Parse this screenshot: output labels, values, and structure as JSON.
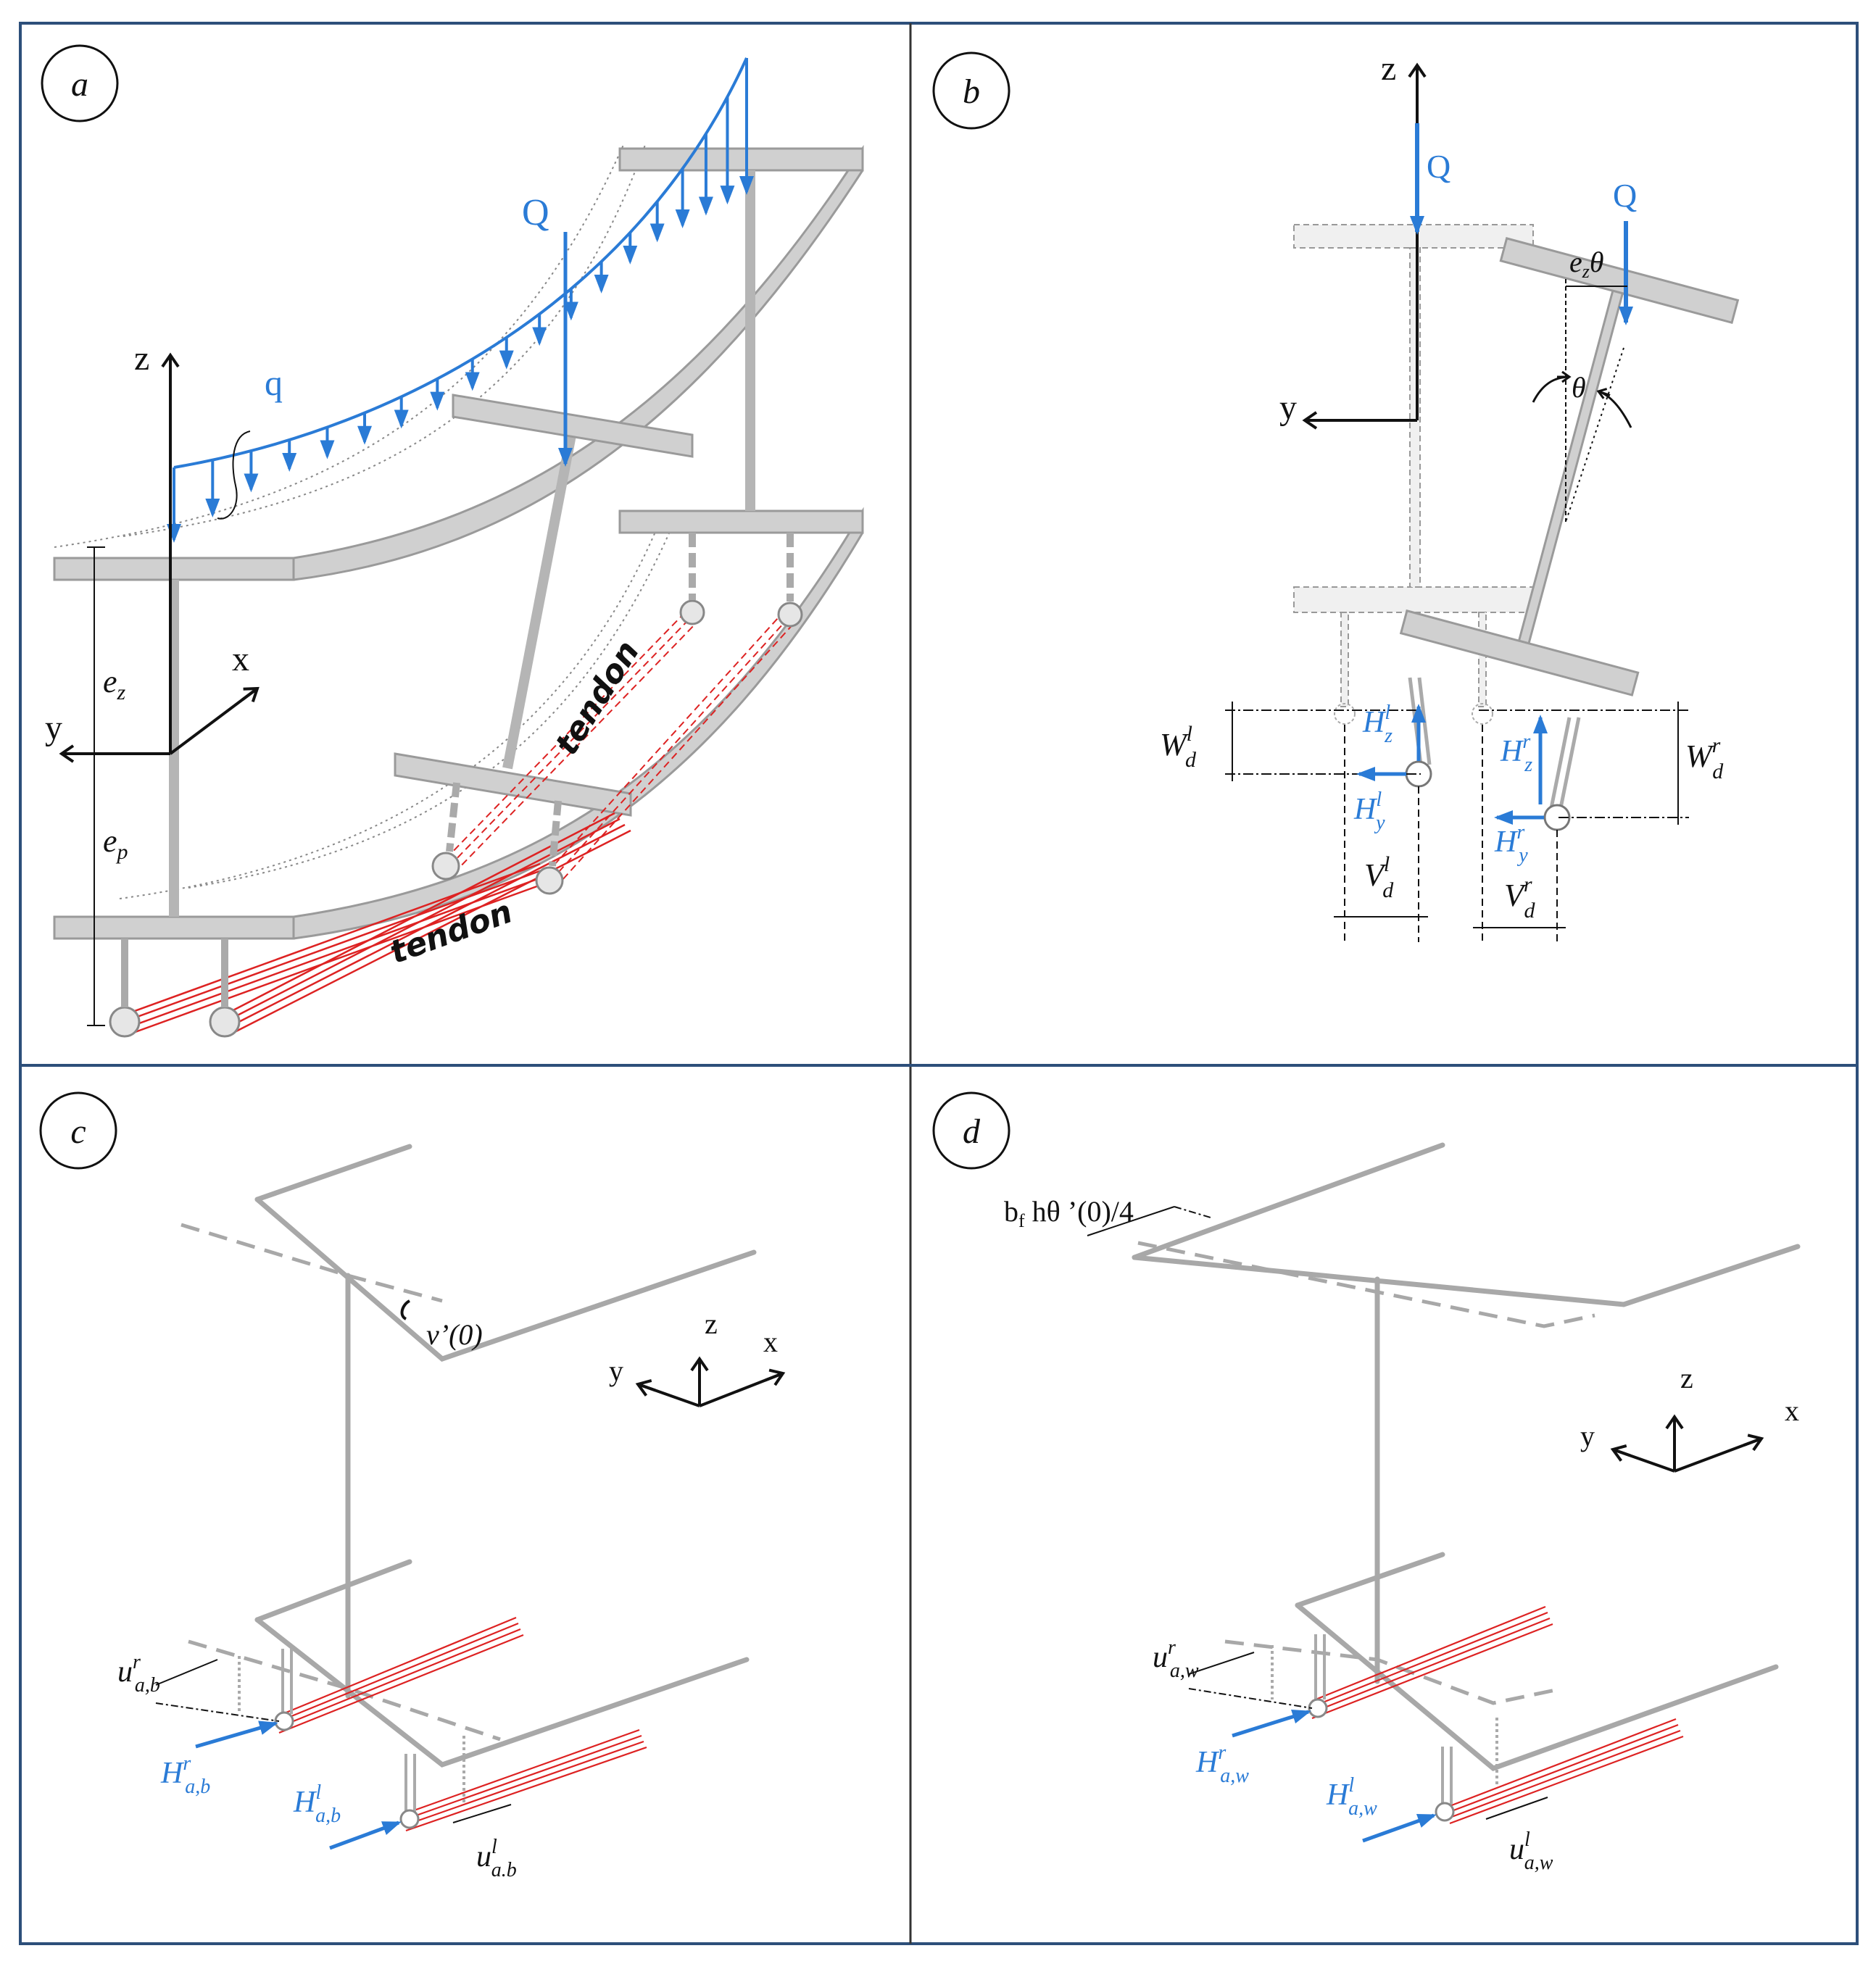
{
  "colors": {
    "frame": "#2d4f7a",
    "grey": "#b0b0b0",
    "greyFill": "#c8c8c8",
    "load": "#2a7bd6",
    "tendon": "#dd2222",
    "ink": "#111111"
  },
  "panels": {
    "a": {
      "label": "a",
      "Q": "Q",
      "q": "q",
      "z": "z",
      "x": "x",
      "y": "y",
      "ez": "e",
      "ez_sub": "z",
      "ep": "e",
      "ep_sub": "p",
      "tendon1": "tendon",
      "tendon2": "tendon"
    },
    "b": {
      "label": "b",
      "z": "z",
      "y": "y",
      "Q1": "Q",
      "Q2": "Q",
      "ecc": "e",
      "ecc_sub": "z",
      "ecc_theta": "θ",
      "theta": "θ",
      "Wdl": "W",
      "Wdl_sub": "d",
      "Wdl_sup": "l",
      "Wdr": "W",
      "Wdr_sub": "d",
      "Wdr_sup": "r",
      "Hzl": "H",
      "Hzl_sub": "z",
      "Hzl_sup": "l",
      "Hyl": "H",
      "Hyl_sub": "y",
      "Hyl_sup": "l",
      "Hzr": "H",
      "Hzr_sub": "z",
      "Hzr_sup": "r",
      "Hyr": "H",
      "Hyr_sub": "y",
      "Hyr_sup": "r",
      "Vdl": "V",
      "Vdl_sub": "d",
      "Vdl_sup": "l",
      "Vdr": "V",
      "Vdr_sub": "d",
      "Vdr_sup": "r"
    },
    "c": {
      "label": "c",
      "v0": "v’(0)",
      "z": "z",
      "x": "x",
      "y": "y",
      "uabr": "u",
      "uabr_sub": "a,b",
      "uabr_sup": "r",
      "Habr": "H",
      "Habr_sub": "a,b",
      "Habr_sup": "r",
      "Habl": "H",
      "Habl_sub": "a,b",
      "Habl_sup": "l",
      "uabl": "u",
      "uabl_sub": "a.b",
      "uabl_sup": "l"
    },
    "d": {
      "label": "d",
      "bf": "b",
      "bf_sub": "f",
      "bf_rest": " hθ ’(0)/4",
      "z": "z",
      "x": "x",
      "y": "y",
      "uawr": "u",
      "uawr_sub": "a,w",
      "uawr_sup": "r",
      "Hawr": "H",
      "Hawr_sub": "a,w",
      "Hawr_sup": "r",
      "Hawl": "H",
      "Hawl_sub": "a,w",
      "Hawl_sup": "l",
      "uawl": "u",
      "uawl_sub": "a,w",
      "uawl_sup": "l"
    }
  }
}
